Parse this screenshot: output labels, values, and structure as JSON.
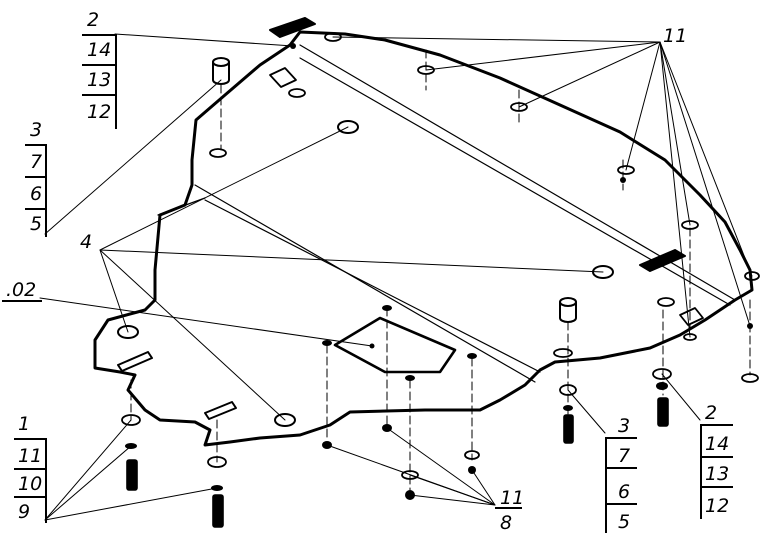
{
  "diagram": {
    "callout_stacks": {
      "top_left_upper": [
        "2",
        "14",
        "13",
        "12"
      ],
      "top_left_lower": [
        "3",
        "7",
        "6",
        "5"
      ],
      "bottom_left": [
        "1",
        "11",
        "10",
        "9"
      ],
      "bottom_center": [
        "3",
        "7",
        "6",
        "5"
      ],
      "bottom_right": [
        "2",
        "14",
        "13",
        "12"
      ]
    },
    "single_labels": {
      "label_4": "4",
      "label_02": ".02",
      "label_11_top": "11",
      "label_11_bottom": "11",
      "label_8": "8"
    }
  }
}
